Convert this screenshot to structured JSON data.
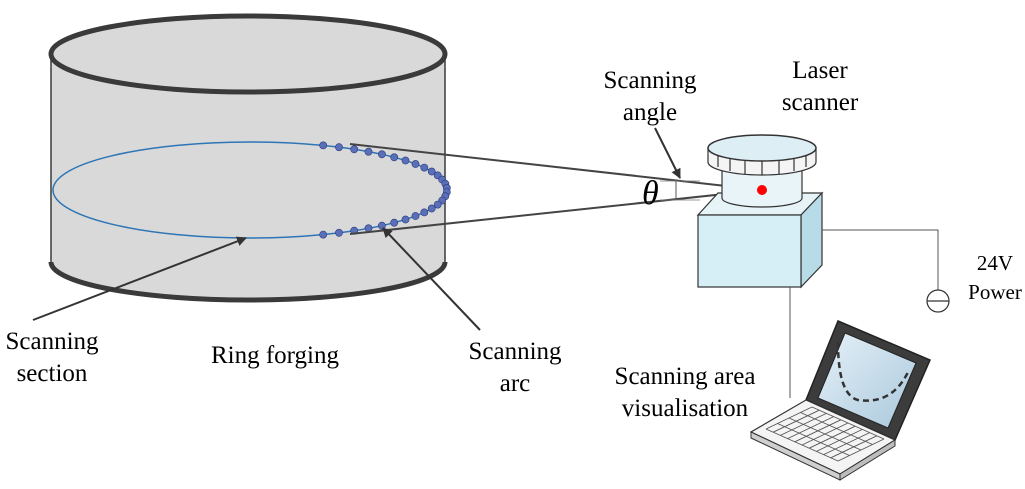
{
  "labels": {
    "scanning_angle_1": "Scanning",
    "scanning_angle_2": "angle",
    "laser_scanner_1": "Laser",
    "laser_scanner_2": "scanner",
    "theta": "θ",
    "power_1": "24V",
    "power_2": "Power",
    "scanning_section_1": "Scanning",
    "scanning_section_2": "section",
    "ring_forging": "Ring forging",
    "scanning_arc_1": "Scanning",
    "scanning_arc_2": "arc",
    "visualisation_1": "Scanning area",
    "visualisation_2": "visualisation"
  },
  "colors": {
    "cylinder_fill": "#d9d9d9",
    "cylinder_outline": "#3a3a3a",
    "section_ellipse": "#2e75b6",
    "scan_dots": "#5a6fb8",
    "scanner_body": "#d6eef5",
    "laser_point": "#ff0000",
    "laptop_screen": "#bcd6e6"
  },
  "icons": {
    "scanner": "laser-scanner-icon",
    "laptop": "laptop-icon",
    "ground": "ground-symbol-icon"
  }
}
